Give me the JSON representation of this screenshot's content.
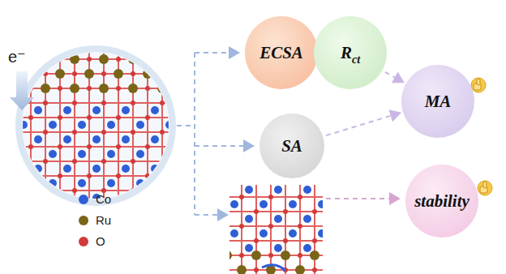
{
  "diagram": {
    "nodes": [
      {
        "text": [
          "ECSA"
        ]
      },
      {
        "text": [
          "R",
          "ct"
        ]
      },
      {
        "text": [
          "SA"
        ]
      },
      {
        "text": [
          "MA"
        ]
      },
      {
        "text": [
          "stability"
        ]
      }
    ],
    "edges": [
      {
        "from": 1,
        "to": 3,
        "arrow": "to"
      },
      {
        "from": 2,
        "to": 3,
        "arrow": "to"
      }
    ],
    "labels": [
      "e⁻"
    ],
    "legend": [
      {
        "text": "Co",
        "color": "#2f5fd6"
      },
      {
        "text": "Ru",
        "color": "#7a6418"
      },
      {
        "text": "O",
        "color": "#d23a3a"
      }
    ]
  }
}
